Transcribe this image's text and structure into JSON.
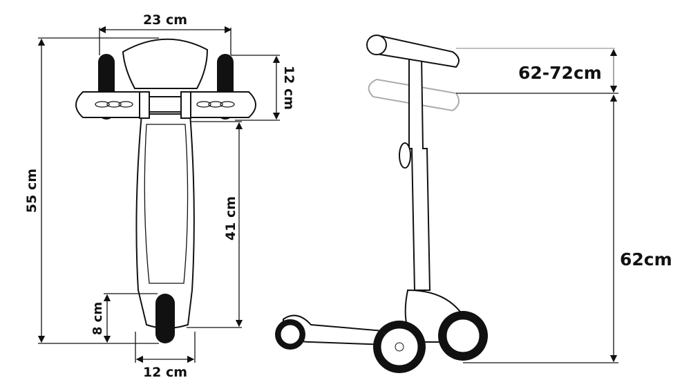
{
  "title": "Scooter dimensions",
  "front_view": {
    "handlebar_width": "23 cm",
    "handle_height": "12 cm",
    "total_length": "55 cm",
    "deck_length": "41 cm",
    "wheel_diameter": "8 cm",
    "deck_width": "12 cm"
  },
  "side_view": {
    "adjustable_range": "62-72cm",
    "min_height": "62cm"
  },
  "colors": {
    "line": "#111111",
    "faded": "#9a9a9a"
  }
}
